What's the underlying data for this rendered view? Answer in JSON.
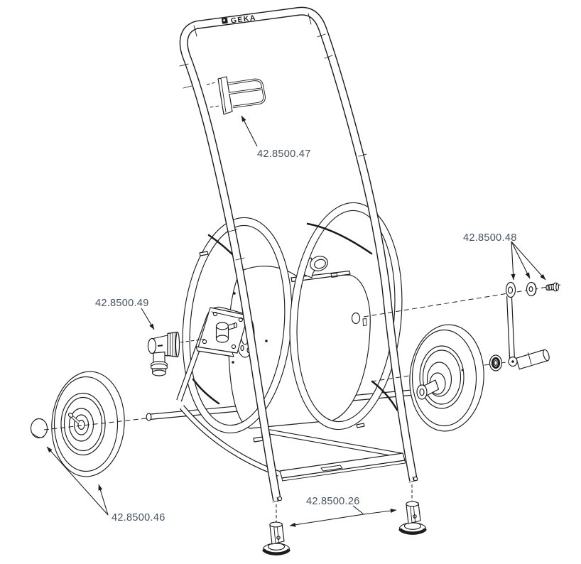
{
  "page": {
    "background": "#ffffff"
  },
  "brand": {
    "logo_text": "GEKA"
  },
  "parts": {
    "hook_holder": {
      "label": "42.8500.47"
    },
    "crank_fasteners": {
      "label": "42.8500.48"
    },
    "valve_fitting": {
      "label": "42.8500.49"
    },
    "feet": {
      "label": "42.8500.26"
    },
    "wheel": {
      "label": "42.8500.46"
    }
  },
  "colors": {
    "line": "#1c1c1c",
    "label_text": "#44525f"
  }
}
